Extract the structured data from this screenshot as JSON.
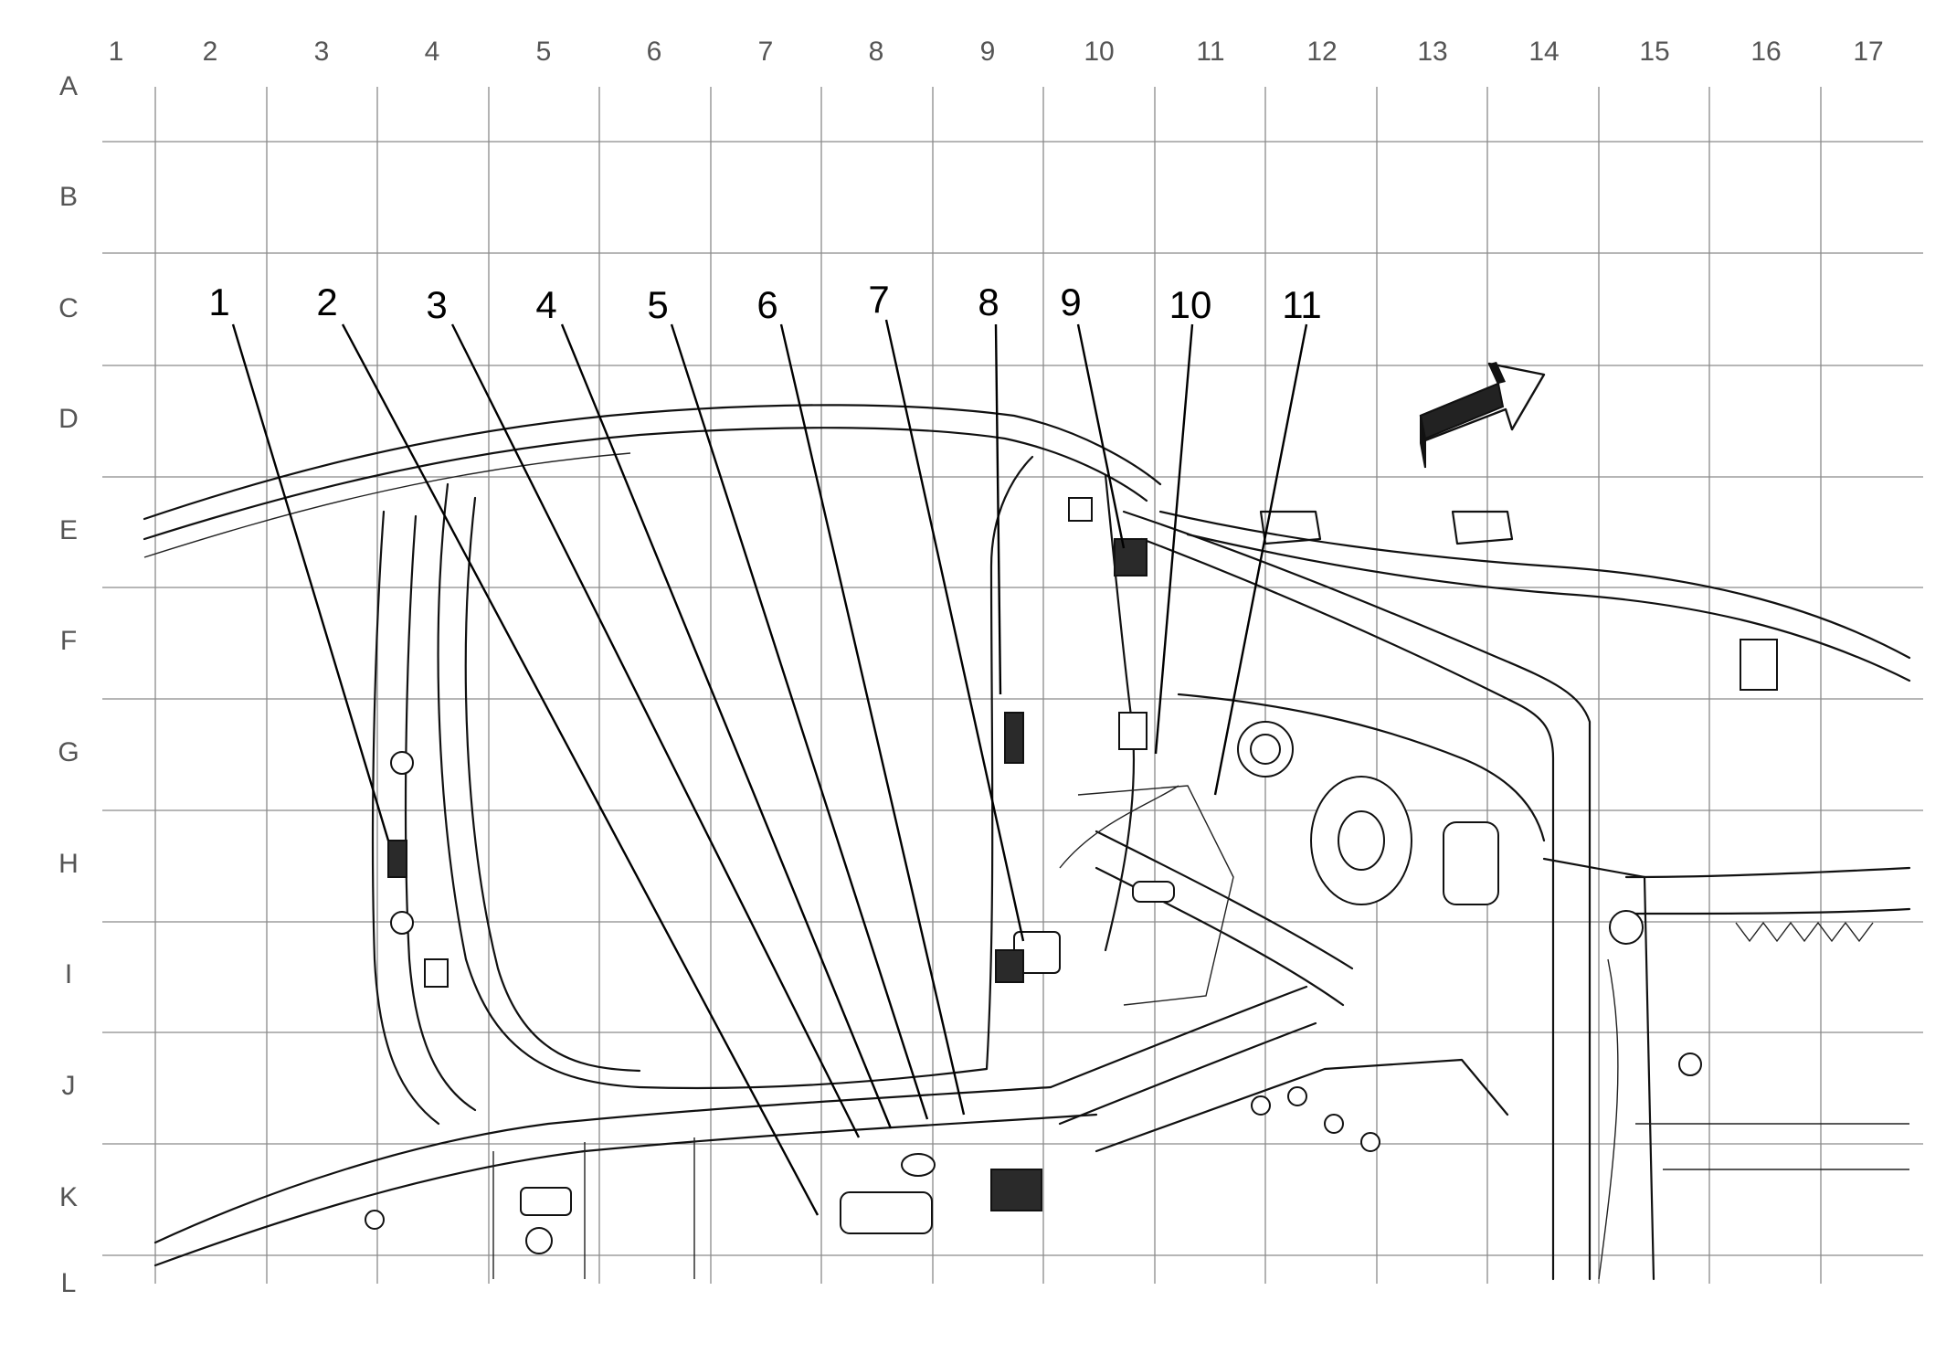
{
  "grid": {
    "columns": [
      "1",
      "2",
      "3",
      "4",
      "5",
      "6",
      "7",
      "8",
      "9",
      "10",
      "11",
      "12",
      "13",
      "14",
      "15",
      "16",
      "17"
    ],
    "rows": [
      "A",
      "B",
      "C",
      "D",
      "E",
      "F",
      "G",
      "H",
      "I",
      "J",
      "K",
      "L"
    ]
  },
  "callouts": [
    {
      "label": "1"
    },
    {
      "label": "2"
    },
    {
      "label": "3"
    },
    {
      "label": "4"
    },
    {
      "label": "5"
    },
    {
      "label": "6"
    },
    {
      "label": "7"
    },
    {
      "label": "8"
    },
    {
      "label": "9"
    },
    {
      "label": "10"
    },
    {
      "label": "11"
    }
  ],
  "colors": {
    "grid": "#8a8a8a",
    "grid_labels": "#555555",
    "ink": "#111111",
    "background": "#ffffff"
  },
  "icons": {
    "direction_arrow": "forward-arrow-icon"
  }
}
